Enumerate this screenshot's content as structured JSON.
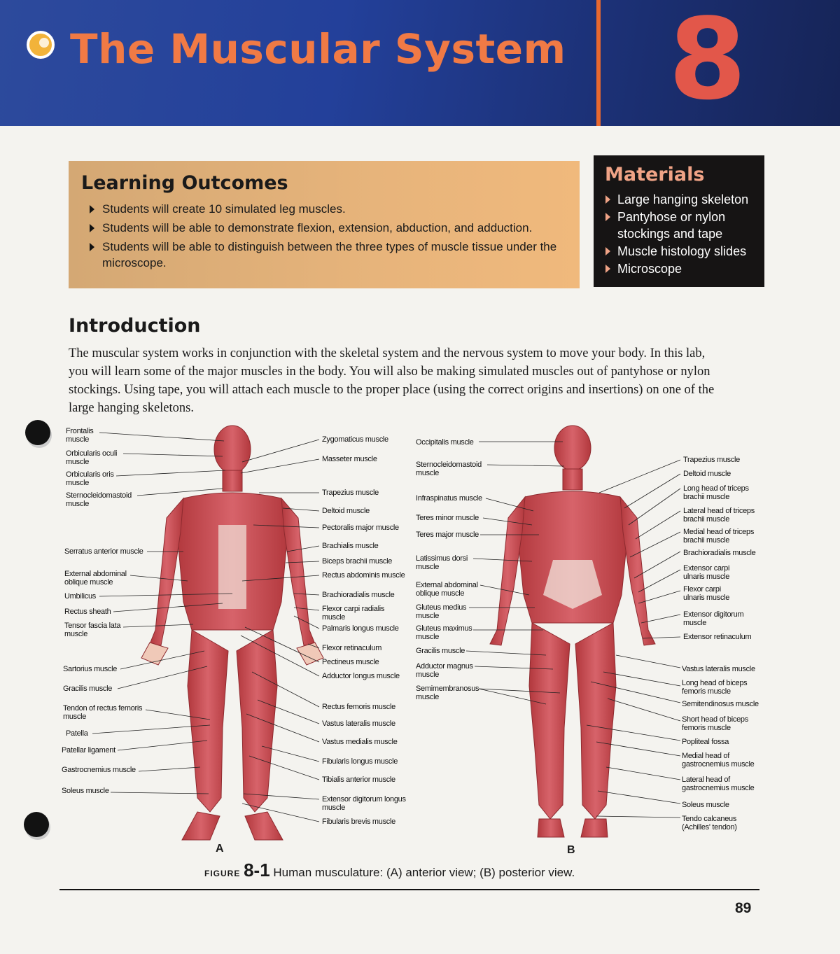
{
  "header": {
    "title": "The Muscular System",
    "chapter_number": "8",
    "colors": {
      "banner": "#23409a",
      "title": "#f07a45",
      "number": "#e2574a",
      "divider": "#e7682f"
    }
  },
  "outcomes": {
    "heading": "Learning Outcomes",
    "items": [
      "Students will create 10 simulated leg muscles.",
      "Students will be able to demonstrate flexion, extension, abduction, and adduction.",
      "Students will be able to distinguish between the three types of muscle tissue under the microscope."
    ]
  },
  "materials": {
    "heading": "Materials",
    "items": [
      "Large hanging skeleton",
      "Pantyhose or nylon stockings and tape",
      "Muscle histology slides",
      "Microscope"
    ]
  },
  "intro": {
    "heading": "Introduction",
    "text": "The muscular system works in conjunction with the skeletal system and the nervous system to move your body. In this lab, you will learn some of the major muscles in the body. You will also be making simulated muscles out of pantyhose or nylon stockings. Using tape, you will attach each muscle to the proper place (using the correct origins and insertions) on one of the large hanging skeletons."
  },
  "figure": {
    "panel_a": "A",
    "panel_b": "B",
    "anterior_left": [
      "Frontalis muscle",
      "Orbicularis oculi muscle",
      "Orbicularis oris muscle",
      "Sternocleidomastoid muscle",
      "Serratus anterior muscle",
      "External abdominal oblique muscle",
      "Umbilicus",
      "Rectus sheath",
      "Tensor fascia lata muscle",
      "Sartorius muscle",
      "Gracilis muscle",
      "Tendon of rectus femoris muscle",
      "Patella",
      "Patellar ligament",
      "Gastrocnemius muscle",
      "Soleus muscle"
    ],
    "anterior_right": [
      "Zygomaticus muscle",
      "Masseter muscle",
      "Trapezius muscle",
      "Deltoid muscle",
      "Pectoralis major muscle",
      "Brachialis muscle",
      "Biceps brachii muscle",
      "Rectus abdominis muscle",
      "Brachioradialis muscle",
      "Flexor carpi radialis muscle",
      "Palmaris longus muscle",
      "Flexor retinaculum",
      "Pectineus muscle",
      "Adductor longus muscle",
      "Rectus femoris muscle",
      "Vastus lateralis muscle",
      "Vastus medialis muscle",
      "Fibularis longus muscle",
      "Tibialis anterior muscle",
      "Extensor digitorum longus muscle",
      "Fibularis brevis muscle"
    ],
    "posterior_left": [
      "Occipitalis muscle",
      "Sternocleidomastoid muscle",
      "Infraspinatus muscle",
      "Teres minor muscle",
      "Teres major muscle",
      "Latissimus dorsi muscle",
      "External abdominal oblique muscle",
      "Gluteus medius muscle",
      "Gluteus maximus muscle",
      "Gracilis muscle",
      "Adductor magnus muscle",
      "Semimembranosus muscle"
    ],
    "posterior_right": [
      "Trapezius muscle",
      "Deltoid muscle",
      "Long head of triceps brachii muscle",
      "Lateral head of triceps brachii muscle",
      "Medial head of triceps brachii muscle",
      "Brachioradialis muscle",
      "Extensor carpi ulnaris muscle",
      "Flexor carpi ulnaris muscle",
      "Extensor digitorum muscle",
      "Extensor retinaculum",
      "Vastus lateralis muscle",
      "Long head of biceps femoris muscle",
      "Semitendinosus muscle",
      "Short head of biceps femoris muscle",
      "Popliteal fossa",
      "Medial head of gastrocnemius muscle",
      "Lateral head of gastrocnemius muscle",
      "Soleus muscle",
      "Tendo calcaneus (Achilles' tendon)"
    ],
    "caption": {
      "word": "FIGURE",
      "number": "8-1",
      "text": "Human musculature: (A) anterior view; (B) posterior view."
    }
  },
  "footer": {
    "page_number": "89"
  }
}
